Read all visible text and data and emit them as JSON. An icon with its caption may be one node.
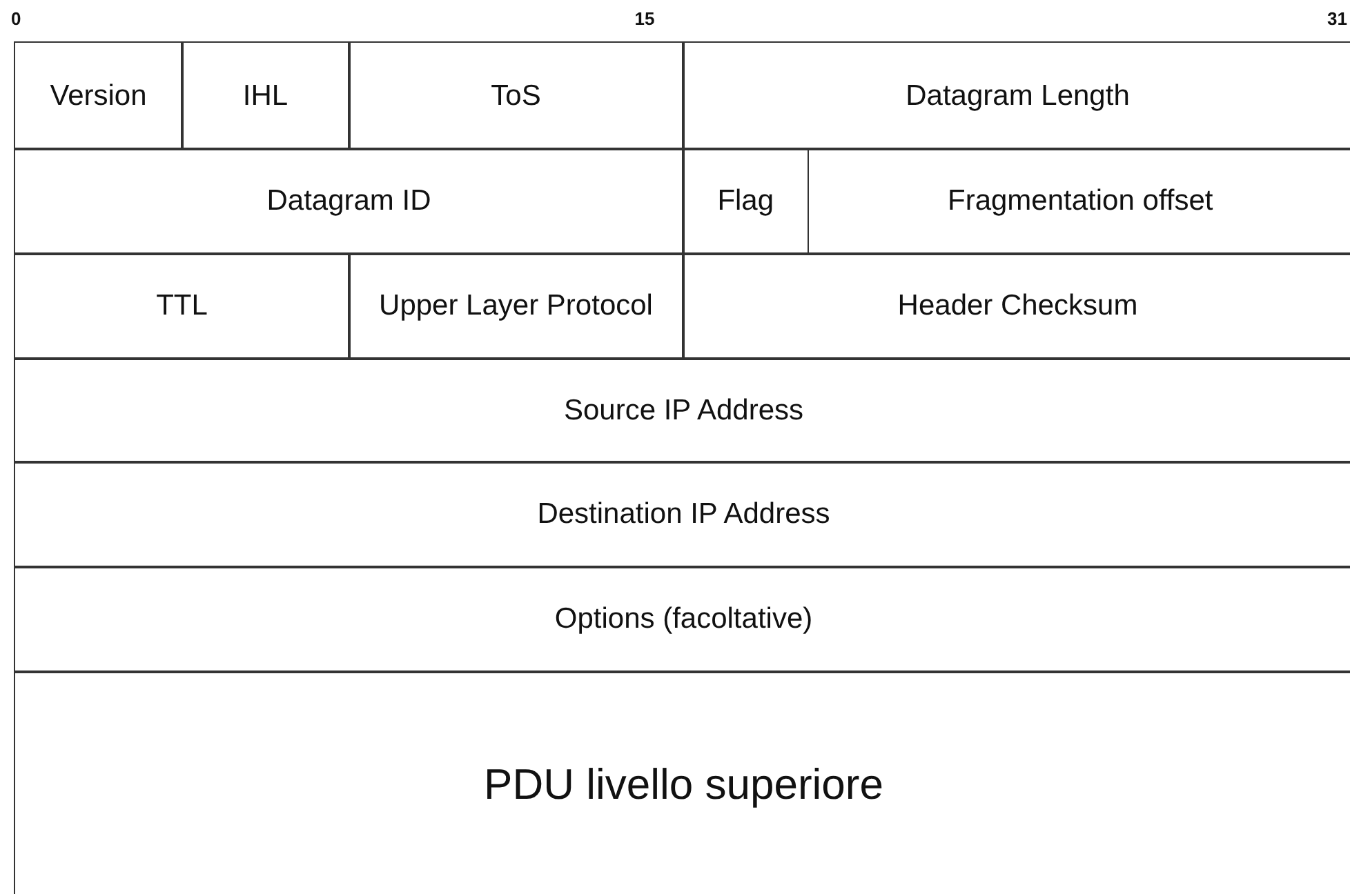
{
  "diagram": {
    "labels": [
      "0",
      "15",
      "31",
      "Version",
      "IHL",
      "ToS",
      "Datagram Length",
      "Datagram ID",
      "Flag",
      "Fragmentation offset",
      "TTL",
      "Upper Layer Protocol",
      "Header Checksum",
      "Source IP Address",
      "Destination IP Address",
      "Options (facoltative)",
      "PDU livello superiore"
    ]
  }
}
